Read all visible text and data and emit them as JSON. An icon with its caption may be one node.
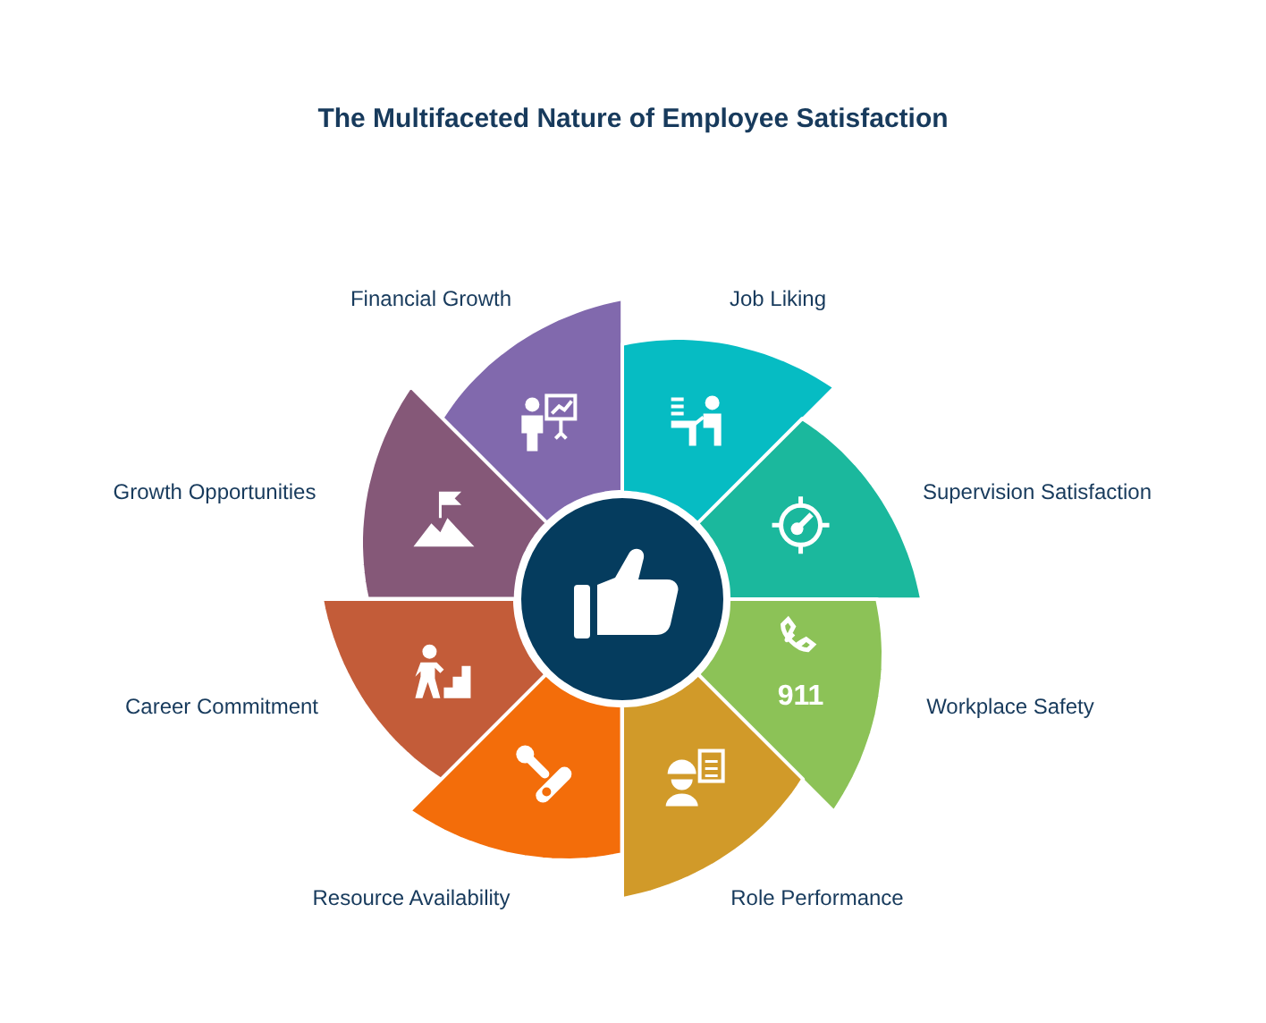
{
  "diagram": {
    "title": "The Multifaceted Nature of Employee Satisfaction",
    "nodes": [
      {
        "text": [
          "Financial Growth"
        ]
      },
      {
        "text": [
          "Job Liking"
        ]
      },
      {
        "text": [
          "Growth Opportunities"
        ]
      },
      {
        "text": [
          "Supervision Satisfaction"
        ]
      },
      {
        "text": [
          "Career Commitment"
        ]
      },
      {
        "text": [
          "Workplace Safety"
        ]
      },
      {
        "text": [
          "Resource Availability"
        ]
      },
      {
        "text": [
          "Role Performance"
        ]
      }
    ],
    "labels": [
      "911"
    ]
  }
}
